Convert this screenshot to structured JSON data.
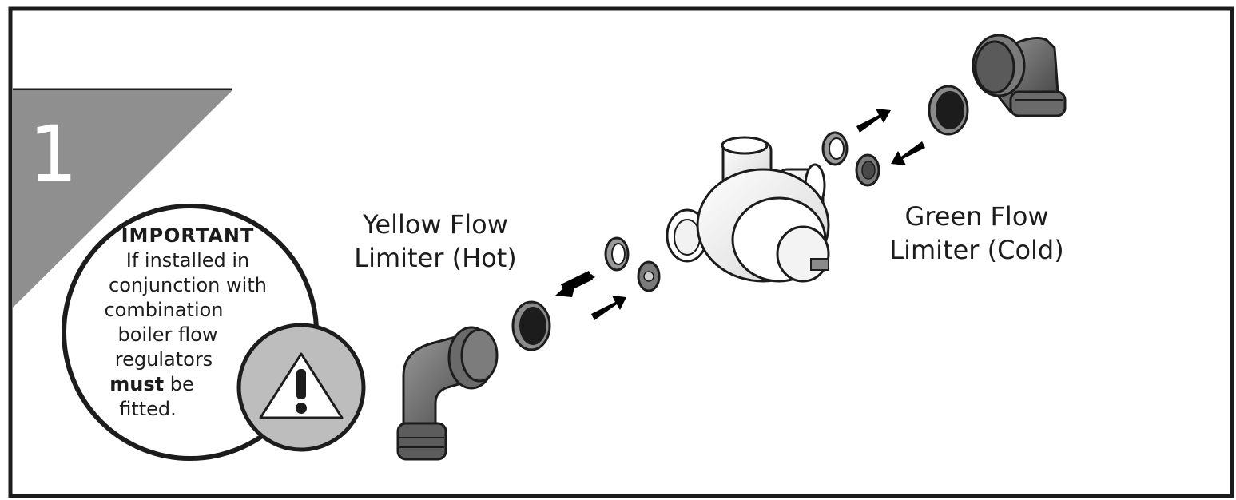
{
  "step": {
    "number": "1"
  },
  "labels": {
    "hot_line1": "Yellow Flow",
    "hot_line2": "Limiter (Hot)",
    "cold_line1": "Green Flow",
    "cold_line2": "Limiter (Cold)"
  },
  "important_note": {
    "title": "IMPORTANT",
    "line1": "If installed in",
    "line2": "conjunction with",
    "line3": "combination",
    "line4": "boiler flow",
    "line5": "regulators",
    "emphasis": "must",
    "line6_rest": " be",
    "line7": "fitted."
  },
  "icons": {
    "warning": "warning-triangle-icon"
  },
  "colors": {
    "frame": "#1c1c1c",
    "step_banner": "#8f8f8f",
    "warning_circle": "#bdbdbd",
    "part_fill": "#6e6e6e",
    "arrow": "#000000"
  }
}
